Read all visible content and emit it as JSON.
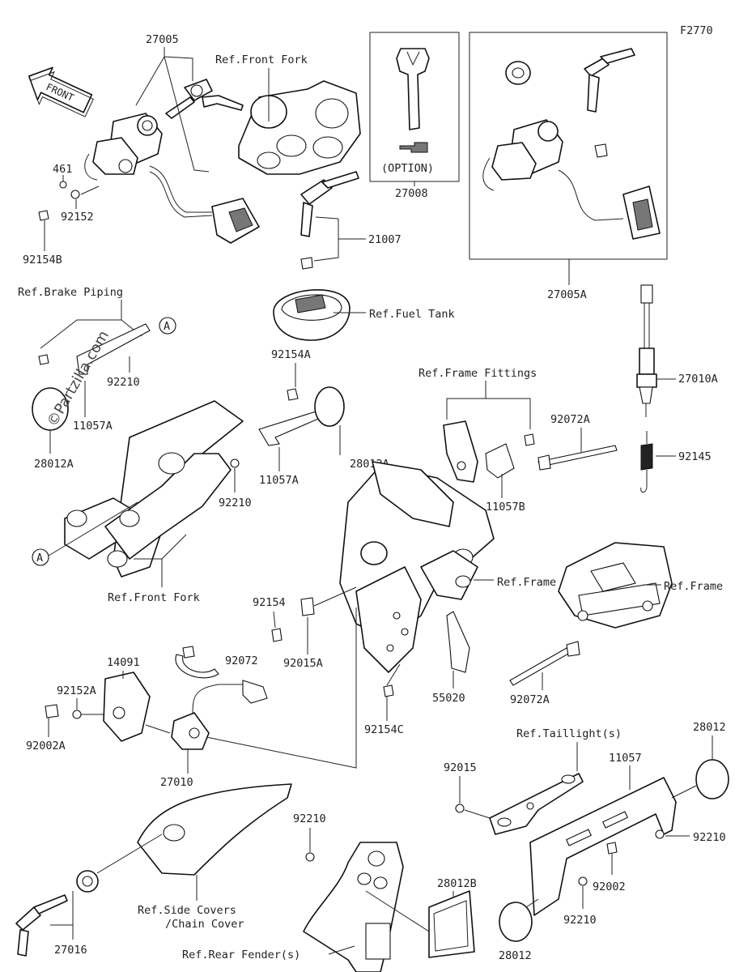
{
  "figure_id": "F2770",
  "front_label": "FRONT",
  "watermark": "©Partzilla.com",
  "option_label": "(OPTION)",
  "callout_letter": "A",
  "ref_labels": {
    "front_fork_top": "Ref.Front Fork",
    "front_fork_bottom": "Ref.Front Fork",
    "brake_piping": "Ref.Brake Piping",
    "fuel_tank": "Ref.Fuel Tank",
    "frame_fittings": "Ref.Frame Fittings",
    "frame_center": "Ref.Frame",
    "frame_right": "Ref.Frame",
    "taillights": "Ref.Taillight(s)",
    "side_covers": "Ref.Side Covers",
    "chain_cover": "/Chain Cover",
    "rear_fender": "Ref.Rear Fender(s)"
  },
  "parts": {
    "p27005": "27005",
    "p461": "461",
    "p92152": "92152",
    "p92154B": "92154B",
    "p27008": "27008",
    "p21007": "21007",
    "p27005A": "27005A",
    "p27010A": "27010A",
    "p92145": "92145",
    "p92210_a": "92210",
    "p11057A_a": "11057A",
    "p28012A_a": "28012A",
    "p92154A": "92154A",
    "p28012A_b": "28012A",
    "p11057A_b": "11057A",
    "p92210_b": "92210",
    "p92072A_a": "92072A",
    "p11057B": "11057B",
    "p92154": "92154",
    "p92015A": "92015A",
    "p92072": "92072",
    "p14091": "14091",
    "p92152A": "92152A",
    "p92002A": "92002A",
    "p27010": "27010",
    "p92154C": "92154C",
    "p55020": "55020",
    "p92072A_b": "92072A",
    "p28012_a": "28012",
    "p11057": "11057",
    "p92015": "92015",
    "p92210_c": "92210",
    "p92002": "92002",
    "p92210_d": "92210",
    "p28012B": "28012B",
    "p28012_b": "28012",
    "p92210_e": "92210",
    "p27016": "27016"
  }
}
